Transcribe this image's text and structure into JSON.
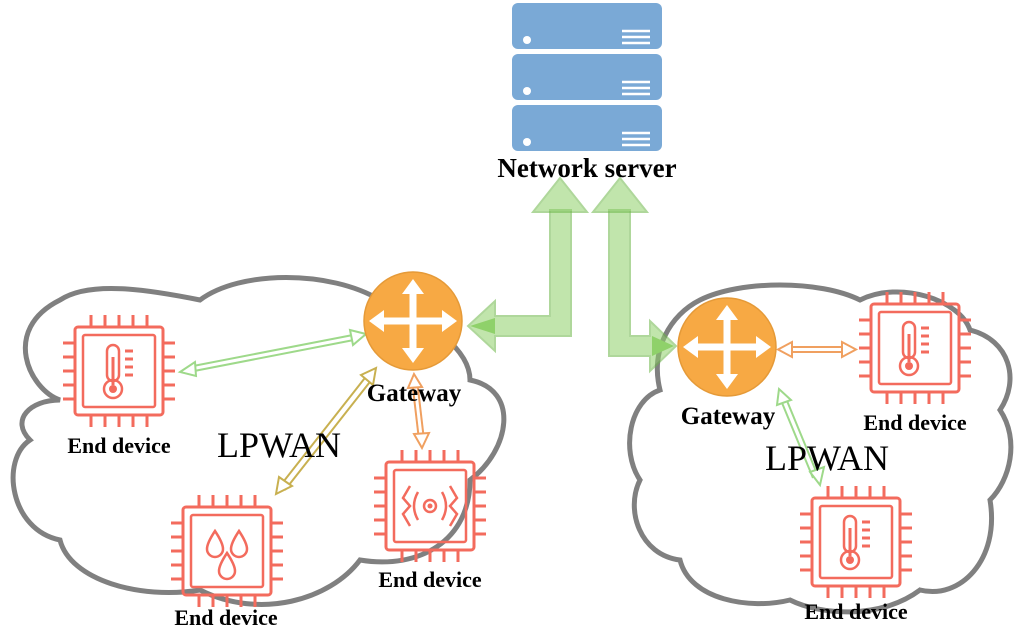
{
  "server": {
    "label": "Network server"
  },
  "left_network": {
    "name": "LPWAN",
    "gateway_label": "Gateway",
    "devices": [
      {
        "label": "End device",
        "icon": "thermometer-icon"
      },
      {
        "label": "End device",
        "icon": "water-drops-icon"
      },
      {
        "label": "End device",
        "icon": "signal-icon"
      }
    ]
  },
  "right_network": {
    "name": "LPWAN",
    "gateway_label": "Gateway",
    "devices": [
      {
        "label": "End device",
        "icon": "thermometer-icon"
      },
      {
        "label": "End device",
        "icon": "thermometer-icon"
      }
    ]
  },
  "colors": {
    "server": "#7aa9d6",
    "gateway": "#f7a944",
    "device": "#f36b5d",
    "cloud_outline": "#808080",
    "uplink_arrow": "#8fd16a",
    "link_green": "#9ed98a",
    "link_orange": "#f0a060",
    "link_olive": "#c8b050"
  }
}
